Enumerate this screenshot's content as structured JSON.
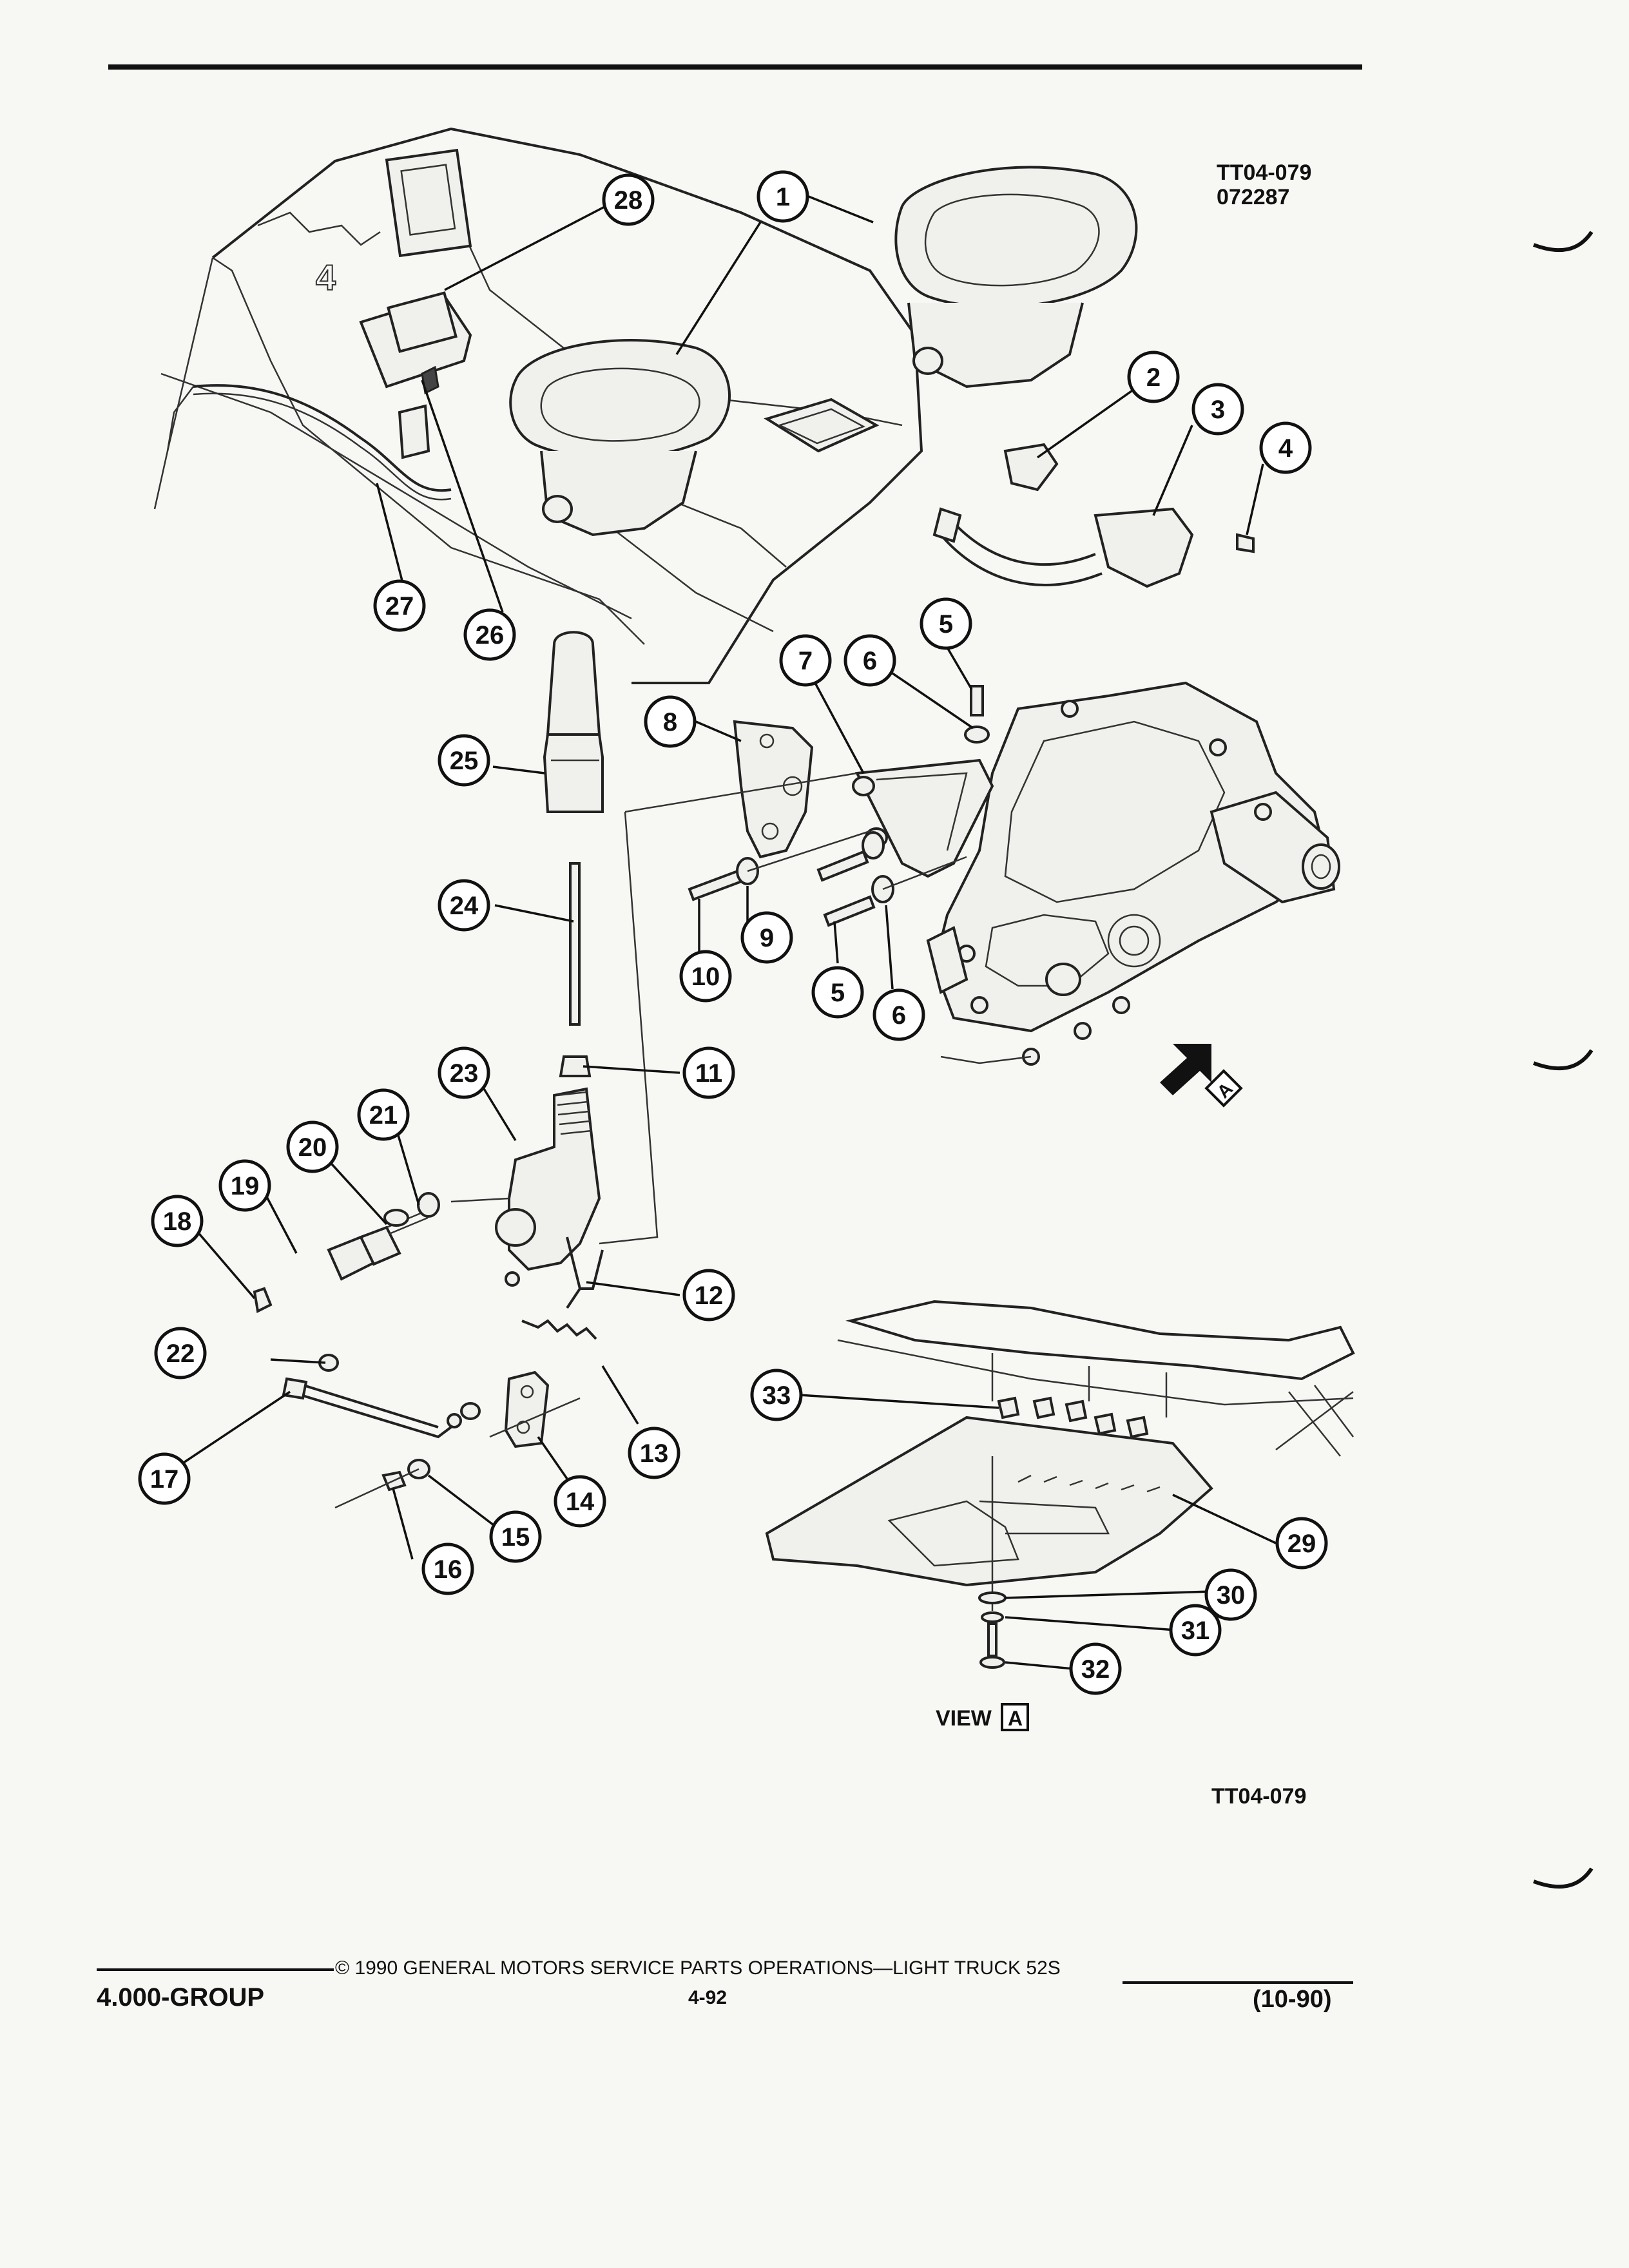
{
  "figure_code_top": "TT04-079",
  "figure_date": "072287",
  "figure_code_bottom": "TT04-079",
  "view_label": "VIEW",
  "view_letter": "A",
  "arrow_letter": "A",
  "footer": {
    "copyright": "© 1990 GENERAL MOTORS SERVICE PARTS OPERATIONS—LIGHT TRUCK 52S",
    "group": "4.000-GROUP",
    "page": "4-92",
    "revision": "(10-90)"
  },
  "callouts": {
    "c1": "1",
    "c2": "2",
    "c3": "3",
    "c4": "4",
    "c5a": "5",
    "c5b": "5",
    "c6a": "6",
    "c6b": "6",
    "c7": "7",
    "c8": "8",
    "c9": "9",
    "c10": "10",
    "c11": "11",
    "c12": "12",
    "c13": "13",
    "c14": "14",
    "c15": "15",
    "c16": "16",
    "c17": "17",
    "c18": "18",
    "c19": "19",
    "c20": "20",
    "c21": "21",
    "c22": "22",
    "c23": "23",
    "c24": "24",
    "c25": "25",
    "c26": "26",
    "c27": "27",
    "c28": "28",
    "c29": "29",
    "c30": "30",
    "c31": "31",
    "c32": "32",
    "c33": "33"
  },
  "icons": [
    "view-a-arrow-icon"
  ]
}
